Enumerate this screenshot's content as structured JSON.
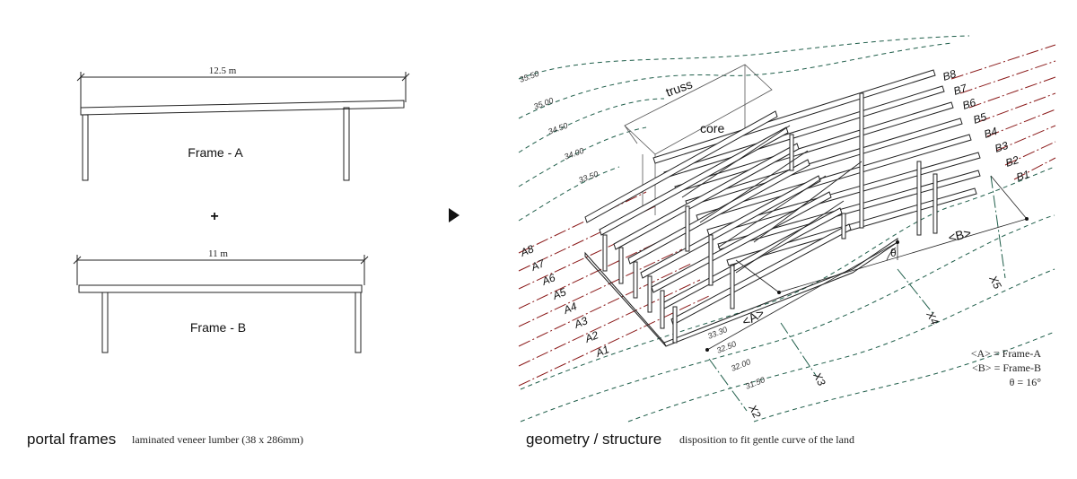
{
  "left_panel": {
    "frame_a": {
      "span": "12.5 m",
      "label": "Frame - A"
    },
    "plus": "+",
    "frame_b": {
      "span": "11 m",
      "label": "Frame - B"
    },
    "caption": "portal frames",
    "subcaption": "laminated veneer lumber (38 x 286mm)"
  },
  "right_panel": {
    "caption": "geometry / structure",
    "subcaption": "disposition to fit gentle curve of the land",
    "labels": {
      "truss": "truss",
      "core": "core",
      "frame_a_tag": "<A>",
      "frame_b_tag": "<B>",
      "theta": "θ"
    },
    "b_lines": [
      "B8",
      "B7",
      "B6",
      "B5",
      "B4",
      "B3",
      "B2",
      "B1"
    ],
    "a_lines": [
      "A8",
      "A7",
      "A6",
      "A5",
      "A4",
      "A3",
      "A2",
      "A1"
    ],
    "x_axes": [
      "X5",
      "X4",
      "X3",
      "X2"
    ],
    "contours": [
      "35.50",
      "35.00",
      "34.50",
      "34.00",
      "33.50",
      "33.30",
      "32.50",
      "32.00",
      "31.50"
    ],
    "legend": [
      "<A> = Frame-A",
      "<B> = Frame-B",
      "θ = 16°"
    ],
    "colors": {
      "grid_lines": "#8b1a1a",
      "contours": "#1f5e4a"
    }
  }
}
